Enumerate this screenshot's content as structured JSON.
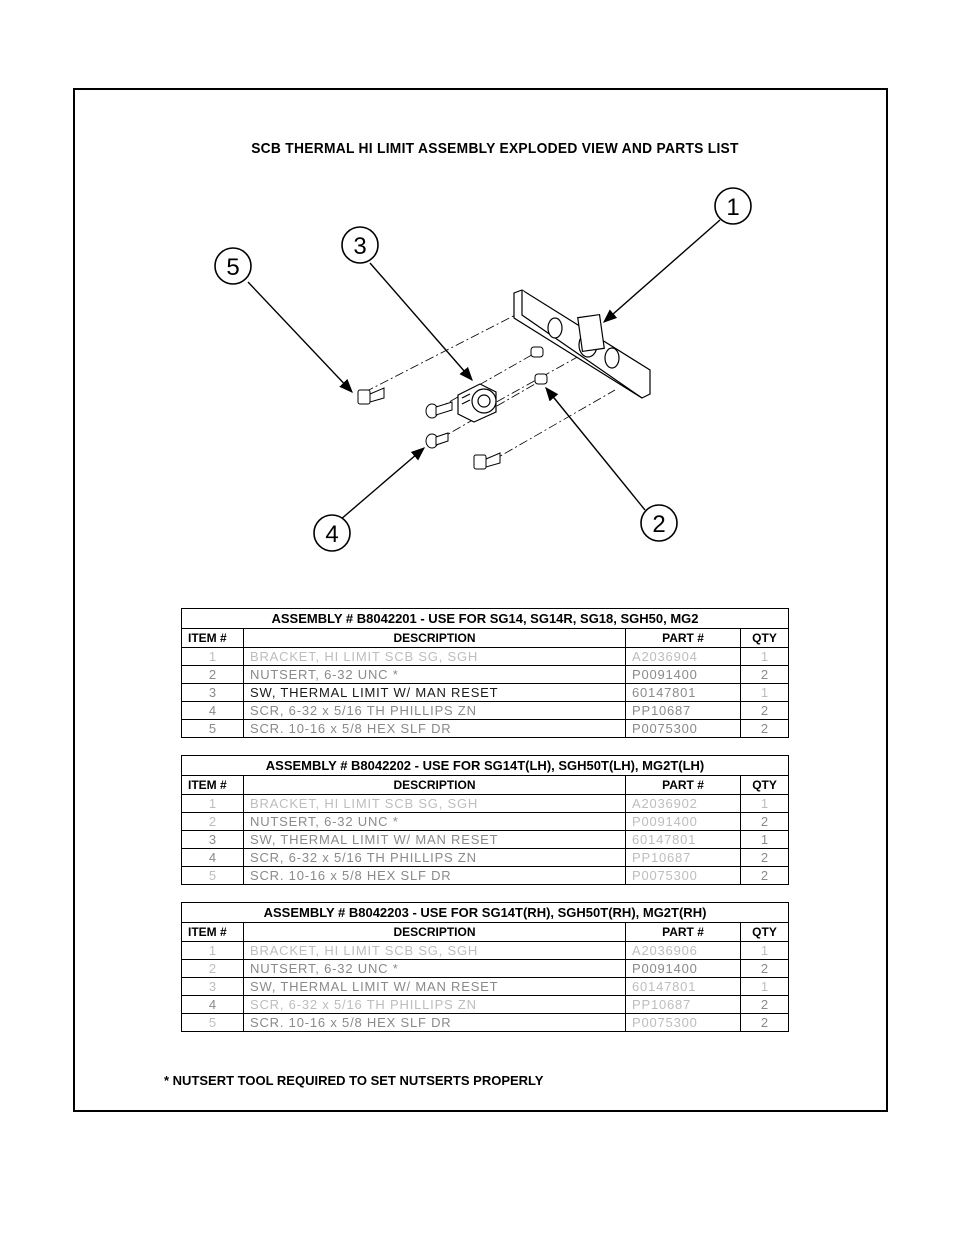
{
  "title": "SCB THERMAL HI LIMIT ASSEMBLY EXPLODED VIEW AND PARTS LIST",
  "callouts": [
    "1",
    "2",
    "3",
    "4",
    "5"
  ],
  "headers": {
    "item": "ITEM #",
    "description": "DESCRIPTION",
    "part": "PART #",
    "qty": "QTY"
  },
  "assemblies": [
    {
      "caption": "ASSEMBLY # B8042201 - USE FOR SG14, SG14R, SG18, SGH50, MG2",
      "rows": [
        {
          "item": "1",
          "description": "BRACKET, HI LIMIT SCB SG, SGH",
          "part": "A2036904",
          "qty": "1"
        },
        {
          "item": "2",
          "description": "NUTSERT, 6-32 UNC *",
          "part": "P0091400",
          "qty": "2"
        },
        {
          "item": "3",
          "description": "SW, THERMAL LIMIT W/ MAN RESET",
          "part": "60147801",
          "qty": "1"
        },
        {
          "item": "4",
          "description": "SCR, 6-32 x 5/16 TH PHILLIPS ZN",
          "part": "PP10687",
          "qty": "2"
        },
        {
          "item": "5",
          "description": "SCR. 10-16 x 5/8 HEX SLF DR",
          "part": "P0075300",
          "qty": "2"
        }
      ]
    },
    {
      "caption": "ASSEMBLY # B8042202 - USE FOR SG14T(LH), SGH50T(LH), MG2T(LH)",
      "rows": [
        {
          "item": "1",
          "description": "BRACKET, HI LIMIT SCB SG, SGH",
          "part": "A2036902",
          "qty": "1"
        },
        {
          "item": "2",
          "description": "NUTSERT, 6-32 UNC *",
          "part": "P0091400",
          "qty": "2"
        },
        {
          "item": "3",
          "description": "SW, THERMAL LIMIT W/ MAN RESET",
          "part": "60147801",
          "qty": "1"
        },
        {
          "item": "4",
          "description": "SCR, 6-32 x 5/16 TH PHILLIPS ZN",
          "part": "PP10687",
          "qty": "2"
        },
        {
          "item": "5",
          "description": "SCR. 10-16 x 5/8 HEX SLF DR",
          "part": "P0075300",
          "qty": "2"
        }
      ]
    },
    {
      "caption": "ASSEMBLY # B8042203 - USE FOR SG14T(RH), SGH50T(RH), MG2T(RH)",
      "rows": [
        {
          "item": "1",
          "description": "BRACKET, HI LIMIT SCB SG, SGH",
          "part": "A2036906",
          "qty": "1"
        },
        {
          "item": "2",
          "description": "NUTSERT, 6-32 UNC *",
          "part": "P0091400",
          "qty": "2"
        },
        {
          "item": "3",
          "description": "SW, THERMAL LIMIT W/ MAN RESET",
          "part": "60147801",
          "qty": "1"
        },
        {
          "item": "4",
          "description": "SCR, 6-32 x 5/16 TH PHILLIPS ZN",
          "part": "PP10687",
          "qty": "2"
        },
        {
          "item": "5",
          "description": "SCR. 10-16 x 5/8 HEX SLF DR",
          "part": "P0075300",
          "qty": "2"
        }
      ]
    }
  ],
  "note": "* NUTSERT TOOL REQUIRED TO SET NUTSERTS PROPERLY"
}
